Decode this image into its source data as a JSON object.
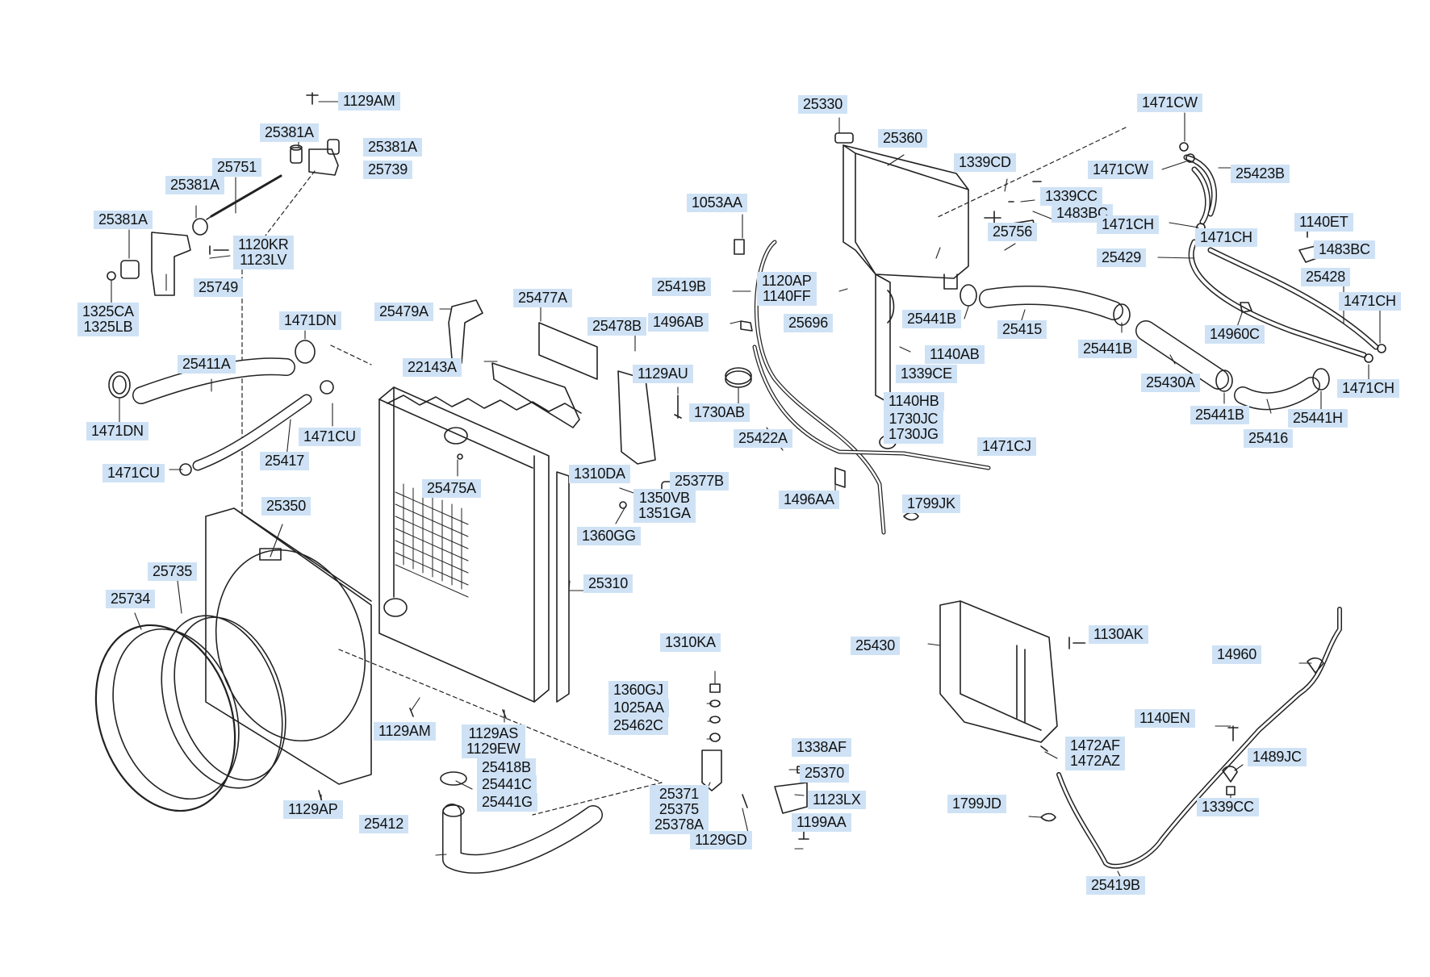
{
  "colors": {
    "label_bg": "#cfe2f5",
    "line": "#222222"
  },
  "callouts": {
    "c01": "1129AM",
    "c02": "25381A",
    "c03": "25381A",
    "c04": "25751",
    "c05": "25739",
    "c06": "25381A",
    "c07": "25381A",
    "c08": "1120KR\n1123LV",
    "c09": "25749",
    "c10": "1325CA\n1325LB",
    "c11": "1471DN",
    "c12": "25411A",
    "c13": "1471DN",
    "c14": "1471CU",
    "c15": "25417",
    "c16": "1471CU",
    "c17": "25479A",
    "c18": "25477A",
    "c19": "25478B",
    "c20": "22143A",
    "c21": "25475A",
    "c22": "1129AU",
    "c23": "1310DA",
    "c24": "25377B",
    "c25": "1350VB\n1351GA",
    "c26": "1360GG",
    "c27": "25350",
    "c28": "25735",
    "c29": "25734",
    "c30": "25310",
    "c31": "1129AM",
    "c32": "1129AS\n1129EW",
    "c33": "25418B",
    "c34": "25441C",
    "c35": "25441G",
    "c36": "1129AP",
    "c37": "25412",
    "c38": "1310KA",
    "c39": "1360GJ",
    "c40": "1025AA",
    "c41": "25462C",
    "c42": "25371\n25375\n25378A",
    "c43": "1129GD",
    "c44": "1338AF",
    "c45": "25370",
    "c46": "1123LX",
    "c47": "1199AA",
    "c48": "1053AA",
    "c49": "25419B",
    "c50": "1496AB",
    "c51": "1120AP\n1140FF",
    "c52": "1730AB",
    "c53": "25422A",
    "c54": "1496AA",
    "c55": "25330",
    "c56": "25360",
    "c57": "1339CD",
    "c58": "1339CC",
    "c59": "1483BC",
    "c60": "25756",
    "c61": "25696",
    "c62": "25441B",
    "c63": "1140AB",
    "c64": "1339CE",
    "c65": "1140HB",
    "c66": "1730JC\n1730JG",
    "c67": "1471CJ",
    "c68": "1799JK",
    "c69": "25415",
    "c70": "1471CW",
    "c71": "1471CW",
    "c72": "25423B",
    "c73": "1471CH",
    "c74": "1471CH",
    "c75": "1140ET",
    "c76": "1483BC",
    "c77": "25429",
    "c78": "25428",
    "c79": "1471CH",
    "c80": "25441B",
    "c81": "14960C",
    "c82": "25430A",
    "c83": "25441B",
    "c84": "1471CH",
    "c85": "25441H",
    "c86": "25416",
    "c87": "25430",
    "c88": "1130AK",
    "c89": "14960",
    "c90": "1140EN",
    "c91": "1472AF\n1472AZ",
    "c92": "1489JC",
    "c93": "1799JD",
    "c94": "1339CC",
    "c95": "25419B"
  }
}
